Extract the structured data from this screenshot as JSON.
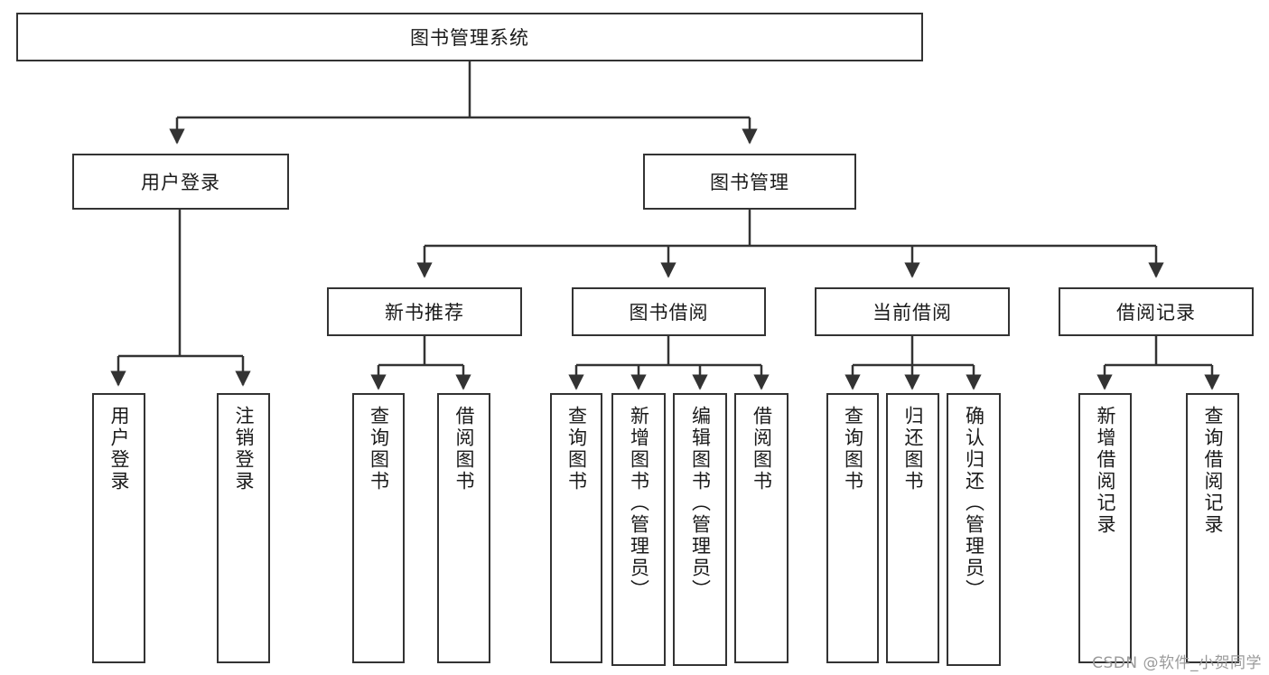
{
  "diagram": {
    "type": "tree-hierarchy-chart",
    "title": "图书管理系统",
    "root": {
      "id": "root",
      "label": "图书管理系统",
      "orientation": "horizontal"
    },
    "level2": [
      {
        "id": "user-login",
        "label": "用户登录",
        "orientation": "horizontal"
      },
      {
        "id": "book-manage",
        "label": "图书管理",
        "orientation": "horizontal"
      }
    ],
    "level3": [
      {
        "id": "new-book-recommend",
        "label": "新书推荐",
        "orientation": "horizontal",
        "parent": "book-manage"
      },
      {
        "id": "book-borrow",
        "label": "图书借阅",
        "orientation": "horizontal",
        "parent": "book-manage"
      },
      {
        "id": "current-borrow",
        "label": "当前借阅",
        "orientation": "horizontal",
        "parent": "book-manage"
      },
      {
        "id": "borrow-record",
        "label": "借阅记录",
        "orientation": "horizontal",
        "parent": "book-manage"
      }
    ],
    "leaves": [
      {
        "id": "leaf-user-login",
        "label": "用户登录",
        "parent": "user-login"
      },
      {
        "id": "leaf-user-logout",
        "label": "注销登录",
        "parent": "user-login"
      },
      {
        "id": "leaf-query-book-1",
        "label": "查询图书",
        "parent": "new-book-recommend"
      },
      {
        "id": "leaf-borrow-book-1",
        "label": "借阅图书",
        "parent": "new-book-recommend"
      },
      {
        "id": "leaf-query-book-2",
        "label": "查询图书",
        "parent": "book-borrow"
      },
      {
        "id": "leaf-add-book",
        "label": "新增图书（管理员）",
        "parent": "book-borrow"
      },
      {
        "id": "leaf-edit-book",
        "label": "编辑图书（管理员）",
        "parent": "book-borrow"
      },
      {
        "id": "leaf-borrow-book-2",
        "label": "借阅图书",
        "parent": "book-borrow"
      },
      {
        "id": "leaf-query-book-3",
        "label": "查询图书",
        "parent": "current-borrow"
      },
      {
        "id": "leaf-return-book",
        "label": "归还图书",
        "parent": "current-borrow"
      },
      {
        "id": "leaf-confirm-return",
        "label": "确认归还（管理员）",
        "parent": "current-borrow"
      },
      {
        "id": "leaf-add-record",
        "label": "新增借阅记录",
        "parent": "borrow-record"
      },
      {
        "id": "leaf-query-record",
        "label": "查询借阅记录",
        "parent": "borrow-record"
      }
    ],
    "watermark": "CSDN @软件_小贺同学",
    "colors": {
      "stroke": "#333333",
      "background": "#ffffff",
      "text": "#1a1a1a",
      "watermark": "#9a9a9a"
    }
  }
}
